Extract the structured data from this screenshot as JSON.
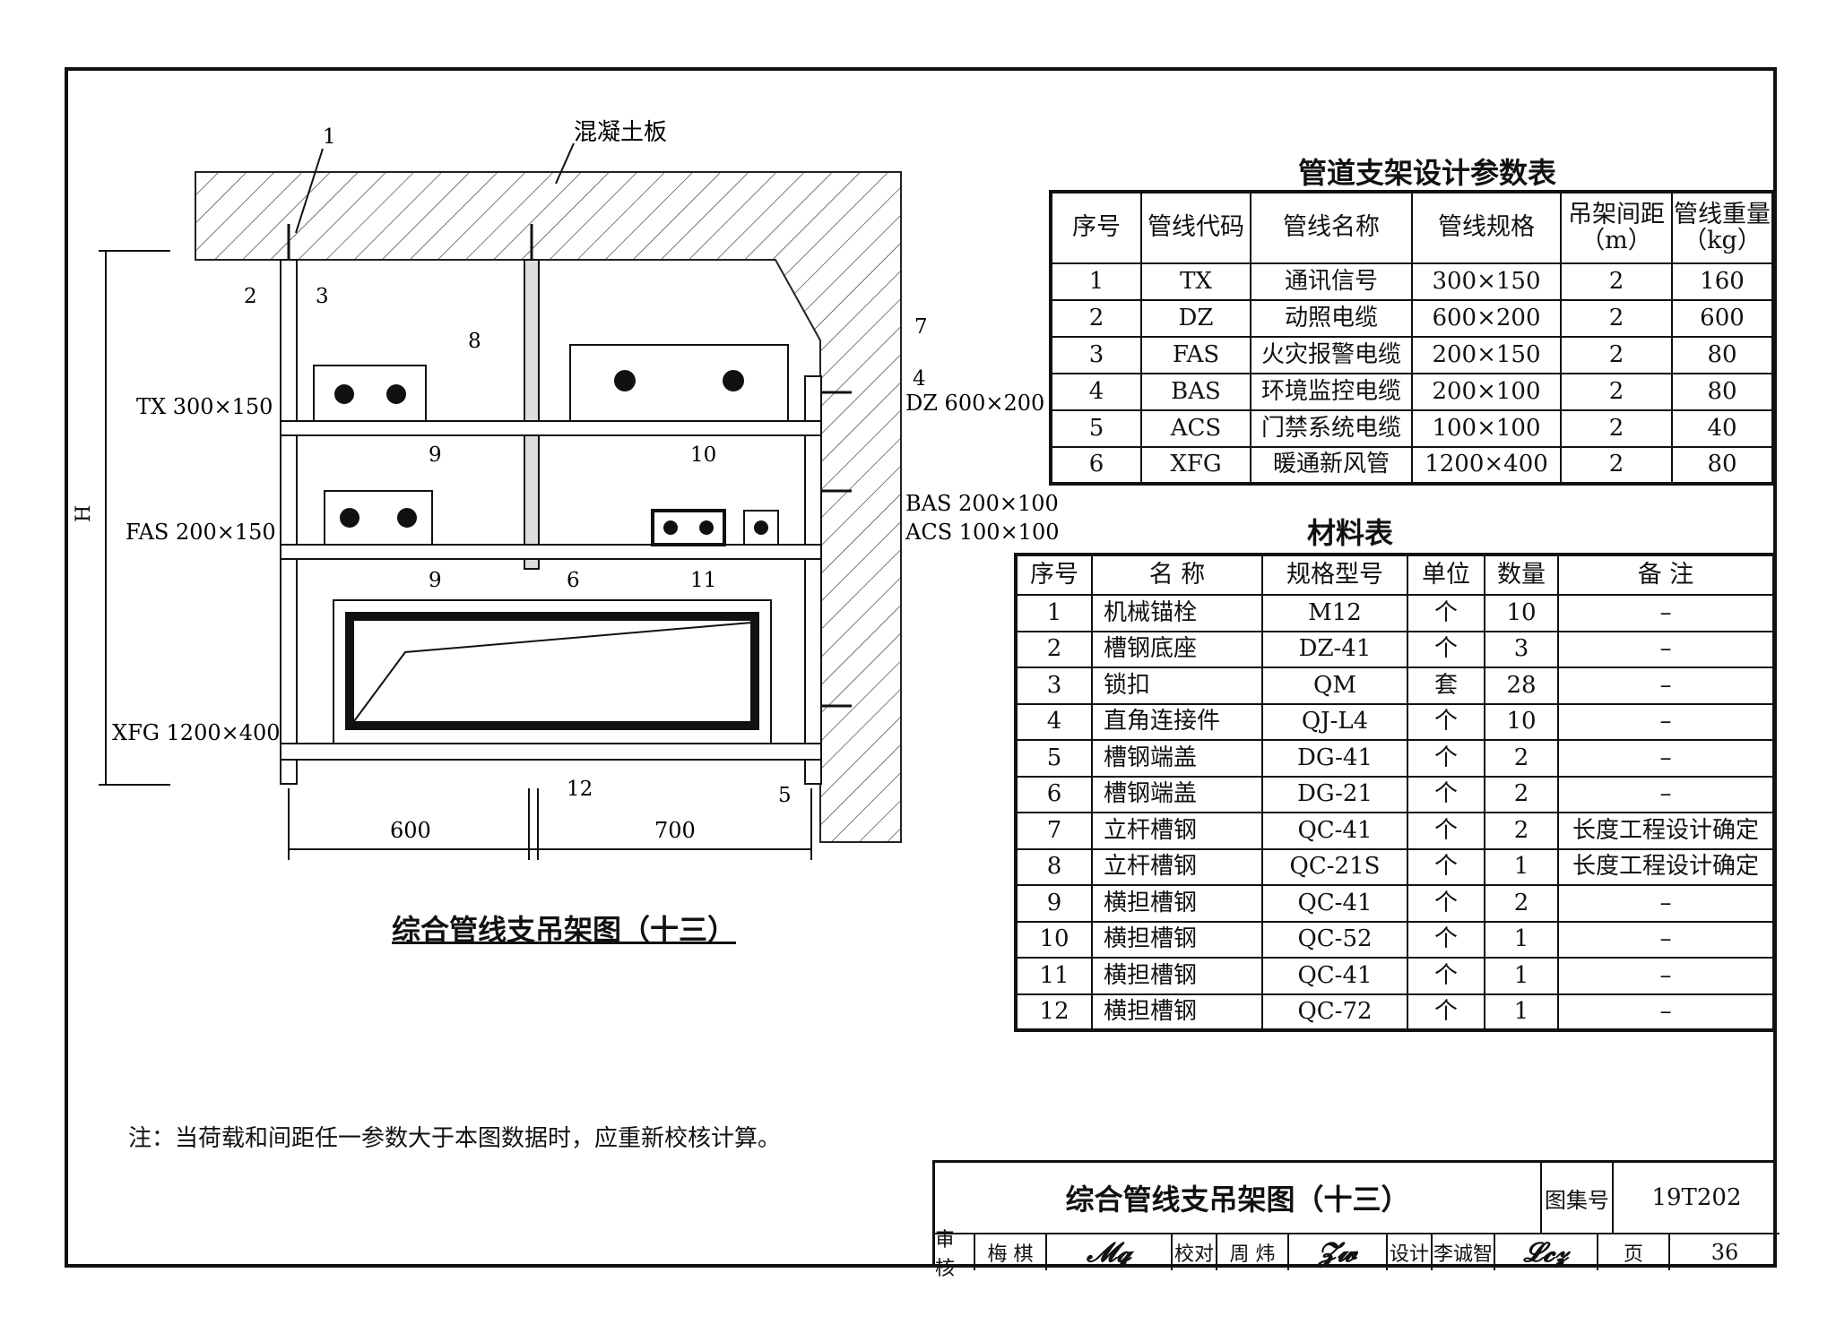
{
  "drawing": {
    "slab_label": "混凝土板",
    "height_label": "H",
    "caption": "综合管线支吊架图（十三）",
    "pipe_labels": {
      "tx": "TX 300×150",
      "fas": "FAS 200×150",
      "xfg": "XFG 1200×400",
      "dz": "DZ 600×200",
      "bas": "BAS 200×100",
      "acs": "ACS 100×100"
    },
    "dimensions": [
      "600",
      "700"
    ],
    "callouts": [
      "1",
      "2",
      "3",
      "4",
      "5",
      "6",
      "7",
      "8",
      "9",
      "9",
      "10",
      "11",
      "12"
    ]
  },
  "param_table": {
    "title": "管道支架设计参数表",
    "headers": [
      "序号",
      "管线代码",
      "管线名称",
      "管线规格",
      "吊架间距（m）",
      "管线重量（kg）"
    ],
    "rows": [
      [
        "1",
        "TX",
        "通讯信号",
        "300×150",
        "2",
        "160"
      ],
      [
        "2",
        "DZ",
        "动照电缆",
        "600×200",
        "2",
        "600"
      ],
      [
        "3",
        "FAS",
        "火灾报警电缆",
        "200×150",
        "2",
        "80"
      ],
      [
        "4",
        "BAS",
        "环境监控电缆",
        "200×100",
        "2",
        "80"
      ],
      [
        "5",
        "ACS",
        "门禁系统电缆",
        "100×100",
        "2",
        "40"
      ],
      [
        "6",
        "XFG",
        "暖通新风管",
        "1200×400",
        "2",
        "80"
      ]
    ]
  },
  "material_table": {
    "title": "材料表",
    "headers": [
      "序号",
      "名 称",
      "规格型号",
      "单位",
      "数量",
      "备 注"
    ],
    "rows": [
      [
        "1",
        "机械锚栓",
        "M12",
        "个",
        "10",
        "–"
      ],
      [
        "2",
        "槽钢底座",
        "DZ-41",
        "个",
        "3",
        "–"
      ],
      [
        "3",
        "锁扣",
        "QM",
        "套",
        "28",
        "–"
      ],
      [
        "4",
        "直角连接件",
        "QJ-L4",
        "个",
        "10",
        "–"
      ],
      [
        "5",
        "槽钢端盖",
        "DG-41",
        "个",
        "2",
        "–"
      ],
      [
        "6",
        "槽钢端盖",
        "DG-21",
        "个",
        "2",
        "–"
      ],
      [
        "7",
        "立杆槽钢",
        "QC-41",
        "个",
        "2",
        "长度工程设计确定"
      ],
      [
        "8",
        "立杆槽钢",
        "QC-21S",
        "个",
        "1",
        "长度工程设计确定"
      ],
      [
        "9",
        "横担槽钢",
        "QC-41",
        "个",
        "2",
        "–"
      ],
      [
        "10",
        "横担槽钢",
        "QC-52",
        "个",
        "1",
        "–"
      ],
      [
        "11",
        "横担槽钢",
        "QC-41",
        "个",
        "1",
        "–"
      ],
      [
        "12",
        "横担槽钢",
        "QC-72",
        "个",
        "1",
        "–"
      ]
    ]
  },
  "note": "注：当荷载和间距任一参数大于本图数据时，应重新校核计算。",
  "title_block": {
    "title": "综合管线支吊架图（十三）",
    "atlas_label": "图集号",
    "atlas_no": "19T202",
    "review_label": "审核",
    "reviewer": "梅 棋",
    "check_label": "校对",
    "checker": "周 炜",
    "design_label": "设计",
    "designer": "李诚智",
    "page_label": "页",
    "page_no": "36"
  }
}
